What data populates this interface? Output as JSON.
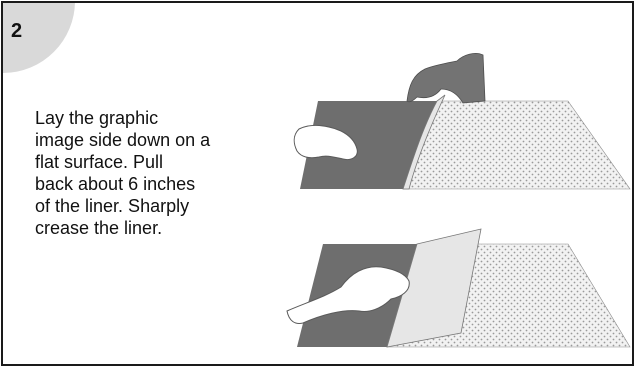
{
  "step": {
    "number": "2",
    "instruction": "Lay the  graphic\nimage side down on a\nflat surface.  Pull\nback about 6 inches\nof the liner.  Sharply\ncrease the liner."
  },
  "colors": {
    "tab": "#d9d9d9",
    "border": "#1a1a1a",
    "liner_dark": "#6e6e6e",
    "graphic_light": "#e6e6e6",
    "dots": "#9a9a9a"
  },
  "icons": {
    "top_figure": "peeling-liner-hand-illustration",
    "bottom_figure": "creasing-liner-hand-illustration"
  }
}
